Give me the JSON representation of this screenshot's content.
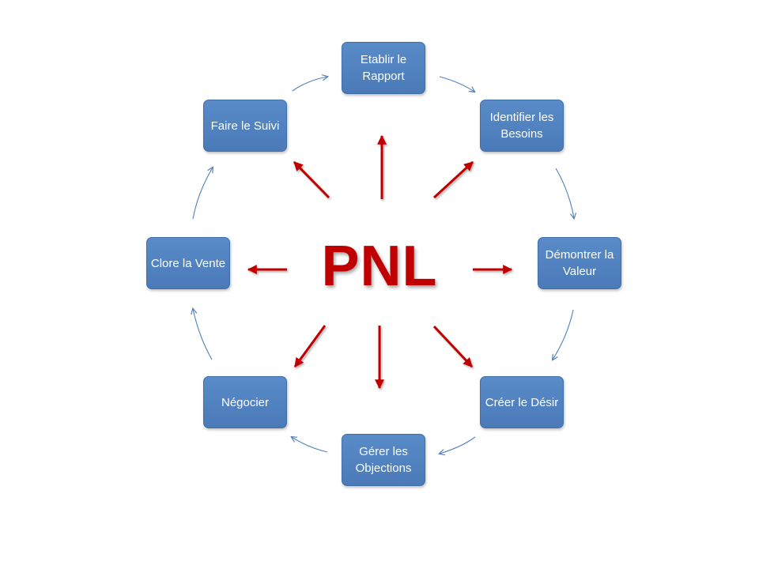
{
  "center": {
    "title": "PNL",
    "color": "#c00000"
  },
  "colors": {
    "node_fill": "#4f81bd",
    "cycle_arrow": "#4f81bd",
    "radial_arrow": "#c00000"
  },
  "nodes": [
    {
      "label": "Etablir le Rapport"
    },
    {
      "label": "Identifier les Besoins"
    },
    {
      "label": "Démontrer la Valeur"
    },
    {
      "label": "Créer le Désir"
    },
    {
      "label": "Gérer les Objections"
    },
    {
      "label": "Négocier"
    },
    {
      "label": "Clore la Vente"
    },
    {
      "label": "Faire le Suivi"
    }
  ]
}
